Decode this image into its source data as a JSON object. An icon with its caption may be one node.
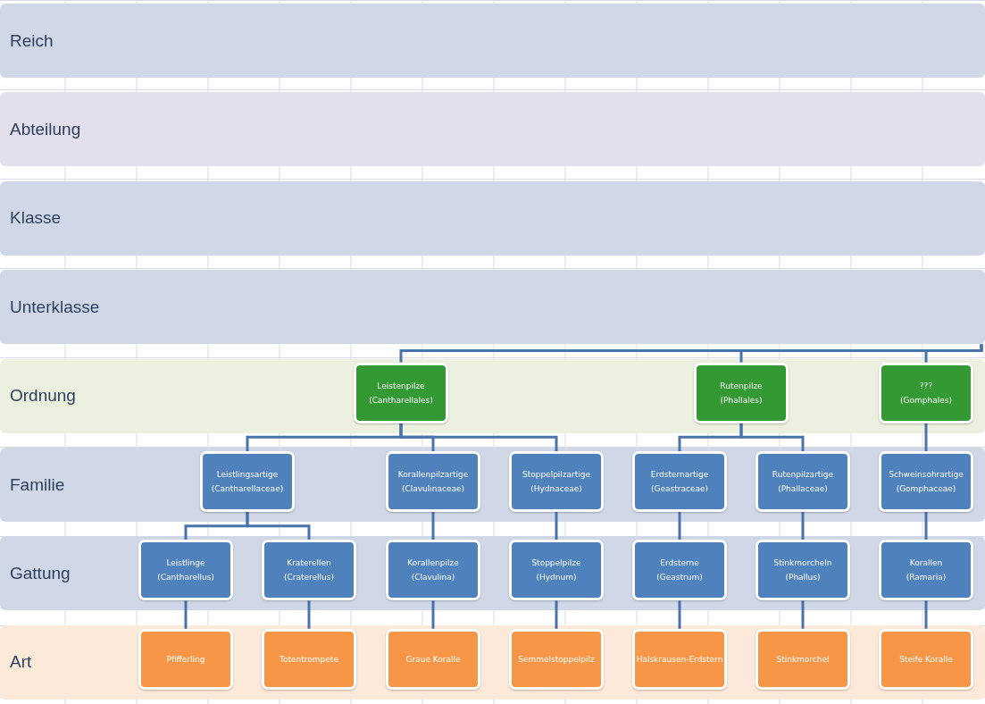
{
  "diagram": {
    "nodes": [
      {
        "text": [
          "Reich"
        ]
      },
      {
        "text": [
          "Abteilung"
        ]
      },
      {
        "text": [
          "Klasse"
        ]
      },
      {
        "text": [
          "Unterklasse"
        ]
      },
      {
        "text": [
          "Ordnung"
        ]
      },
      {
        "text": [
          "Leistenpilze",
          "(Cantharellales)"
        ],
        "in": 4
      },
      {
        "text": [
          "Rutenpilze",
          "(Phallales)"
        ],
        "in": 4
      },
      {
        "text": [
          "???",
          "(Gomphales)"
        ],
        "in": 4
      },
      {
        "text": [
          "Familie"
        ]
      },
      {
        "text": [
          "Leistlingsartige",
          "(Cantharellaceae)"
        ],
        "in": 8
      },
      {
        "text": [
          "Korallenpilzartige",
          "(Clavulinaceae)"
        ],
        "in": 8
      },
      {
        "text": [
          "Stoppelpilzartige",
          "(Hydnaceae)"
        ],
        "in": 8
      },
      {
        "text": [
          "Erdsternartige",
          "(Geastraceae)"
        ],
        "in": 8
      },
      {
        "text": [
          "Rutenpilzartige",
          "(Phallaceae)"
        ],
        "in": 8
      },
      {
        "text": [
          "Schweinsohrartige",
          "(Gomphaceae)"
        ],
        "in": 8
      },
      {
        "text": [
          "Gattung"
        ]
      },
      {
        "text": [
          "Leistlinge",
          "(Cantharellus)"
        ],
        "in": 15
      },
      {
        "text": [
          "Kraterellen",
          "(Craterellus)"
        ],
        "in": 15
      },
      {
        "text": [
          "Korallenpilze",
          "(Clavulina)"
        ],
        "in": 15
      },
      {
        "text": [
          "Stoppelpilze",
          "(Hydnum)"
        ],
        "in": 15
      },
      {
        "text": [
          "Erdsterne",
          "(Geastrum)"
        ],
        "in": 15
      },
      {
        "text": [
          "Stinkmorcheln",
          "(Phallus)"
        ],
        "in": 15
      },
      {
        "text": [
          "Korallen",
          "(Ramaria)"
        ],
        "in": 15
      },
      {
        "text": [
          "Art"
        ]
      },
      {
        "text": [
          "Pfifferling"
        ],
        "in": 23
      },
      {
        "text": [
          "Totentrompete"
        ],
        "in": 23
      },
      {
        "text": [
          "Graue Koralle"
        ],
        "in": 23
      },
      {
        "text": [
          "Semmelstoppelpilz"
        ],
        "in": 23
      },
      {
        "text": [
          "Halskrausen-Erdstern"
        ],
        "in": 23
      },
      {
        "text": [
          "Stinkmorchel"
        ],
        "in": 23
      },
      {
        "text": [
          "Steife Koralle"
        ],
        "in": 23
      }
    ],
    "edges": [
      {
        "from": 3,
        "to": 5,
        "arrow": "none"
      },
      {
        "from": 3,
        "to": 6,
        "arrow": "none"
      },
      {
        "from": 3,
        "to": 7,
        "arrow": "none"
      },
      {
        "from": 5,
        "to": 9,
        "arrow": "none"
      },
      {
        "from": 5,
        "to": 10,
        "arrow": "none"
      },
      {
        "from": 5,
        "to": 11,
        "arrow": "none"
      },
      {
        "from": 6,
        "to": 12,
        "arrow": "none"
      },
      {
        "from": 6,
        "to": 13,
        "arrow": "none"
      },
      {
        "from": 7,
        "to": 14,
        "arrow": "none"
      },
      {
        "from": 9,
        "to": 16,
        "arrow": "none"
      },
      {
        "from": 9,
        "to": 17,
        "arrow": "none"
      },
      {
        "from": 10,
        "to": 18,
        "arrow": "none"
      },
      {
        "from": 11,
        "to": 19,
        "arrow": "none"
      },
      {
        "from": 12,
        "to": 20,
        "arrow": "none"
      },
      {
        "from": 13,
        "to": 21,
        "arrow": "none"
      },
      {
        "from": 14,
        "to": 22,
        "arrow": "none"
      },
      {
        "from": 16,
        "to": 24,
        "arrow": "none"
      },
      {
        "from": 17,
        "to": 25,
        "arrow": "none"
      },
      {
        "from": 18,
        "to": 26,
        "arrow": "none"
      },
      {
        "from": 19,
        "to": 27,
        "arrow": "none"
      },
      {
        "from": 20,
        "to": 28,
        "arrow": "none"
      },
      {
        "from": 21,
        "to": 29,
        "arrow": "none"
      },
      {
        "from": 22,
        "to": 30,
        "arrow": "none"
      }
    ]
  }
}
